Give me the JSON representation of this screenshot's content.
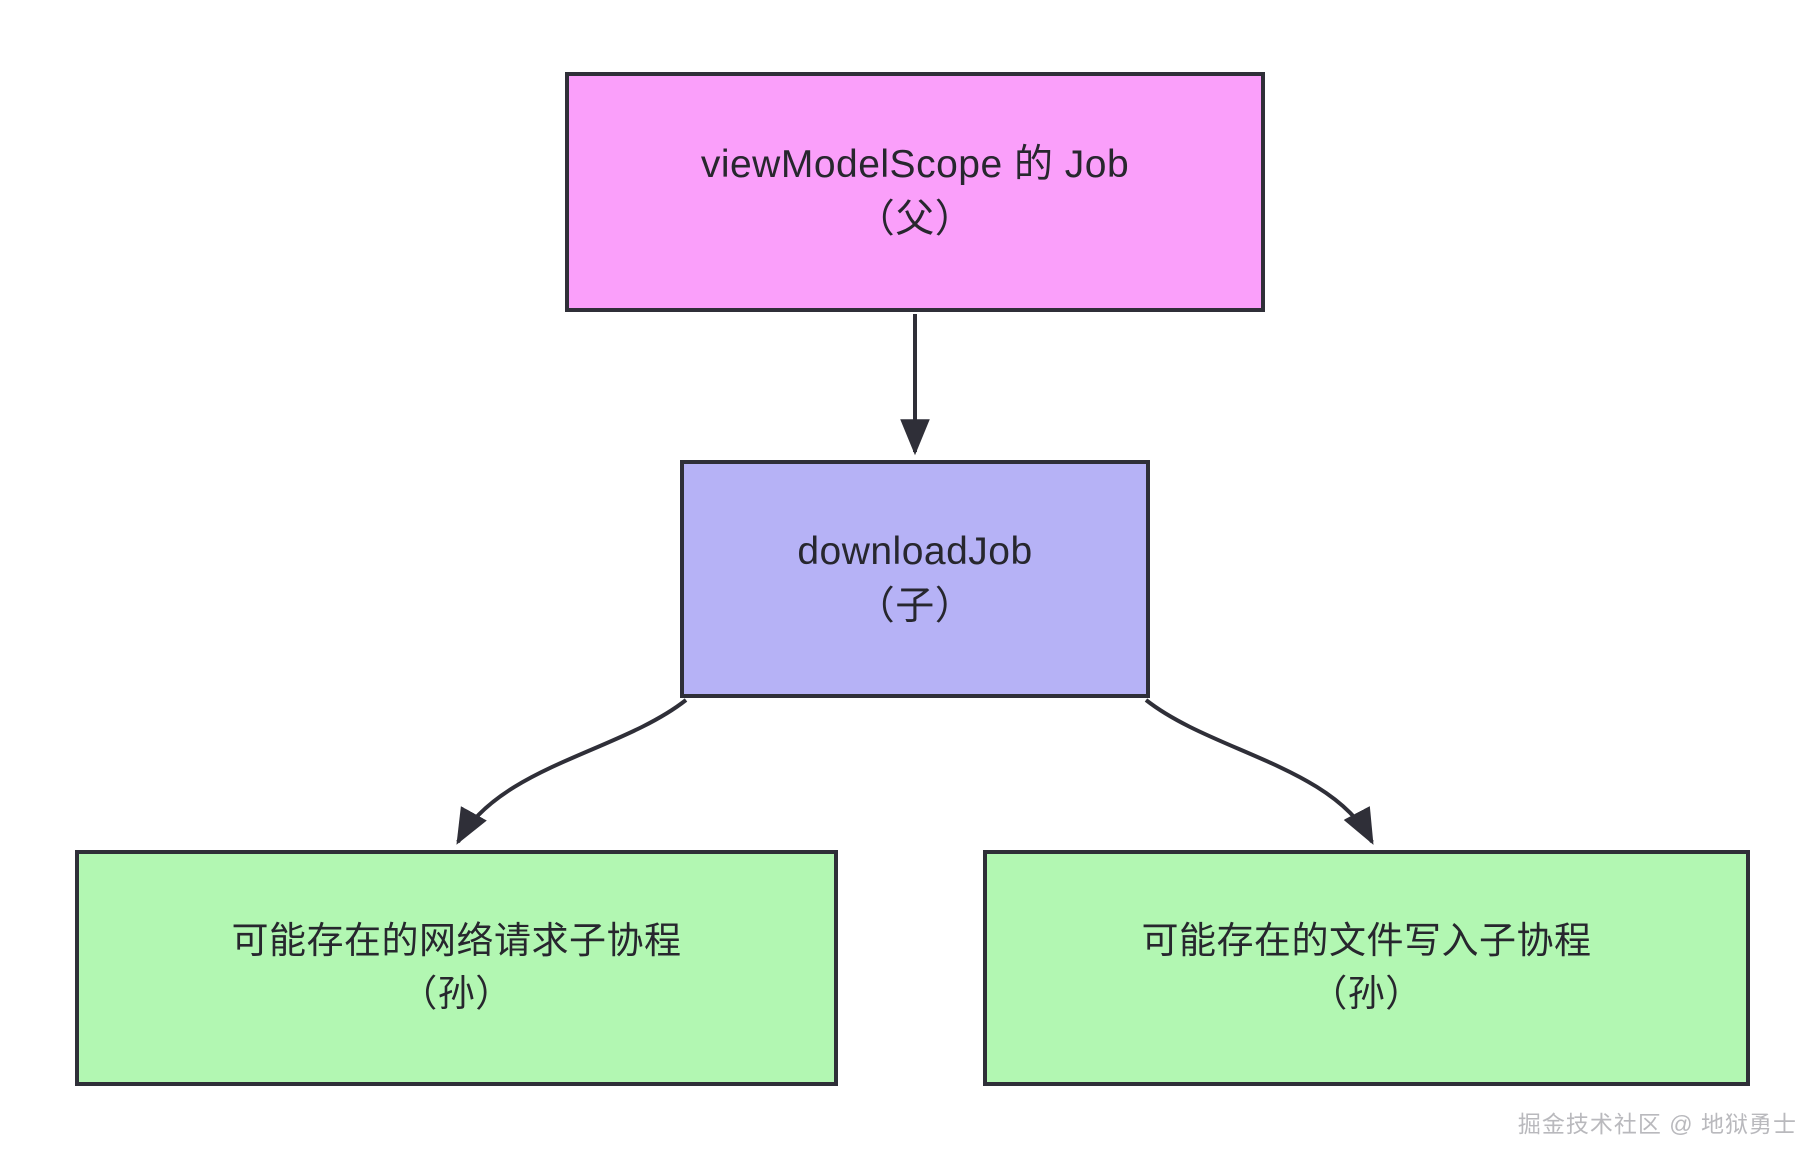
{
  "diagram": {
    "type": "flowchart",
    "direction": "top-down",
    "background_color": "#ffffff",
    "edge_color": "#2f2f38",
    "nodes": [
      {
        "id": "parent",
        "line1": "viewModelScope 的 Job",
        "line2": "（父）",
        "fill_color": "#fa9ffa",
        "border_color": "#2f2f38",
        "text_color": "#27272e"
      },
      {
        "id": "child",
        "line1": "downloadJob",
        "line2": "（子）",
        "fill_color": "#b6b2f6",
        "border_color": "#2f2f38",
        "text_color": "#27272e"
      },
      {
        "id": "grandchild_network",
        "line1": "可能存在的网络请求子协程",
        "line2": "（孙）",
        "fill_color": "#b2f7b2",
        "border_color": "#2f2f38",
        "text_color": "#27272e"
      },
      {
        "id": "grandchild_file",
        "line1": "可能存在的文件写入子协程",
        "line2": "（孙）",
        "fill_color": "#b2f7b2",
        "border_color": "#2f2f38",
        "text_color": "#27272e"
      }
    ],
    "edges": [
      {
        "from": "parent",
        "to": "child",
        "style": "straight",
        "arrow": "triangle"
      },
      {
        "from": "child",
        "to": "grandchild_network",
        "style": "curved",
        "arrow": "triangle"
      },
      {
        "from": "child",
        "to": "grandchild_file",
        "style": "curved",
        "arrow": "triangle"
      }
    ]
  },
  "watermark": {
    "text": "掘金技术社区 @ 地狱勇士",
    "color": "#b9b9bd"
  }
}
